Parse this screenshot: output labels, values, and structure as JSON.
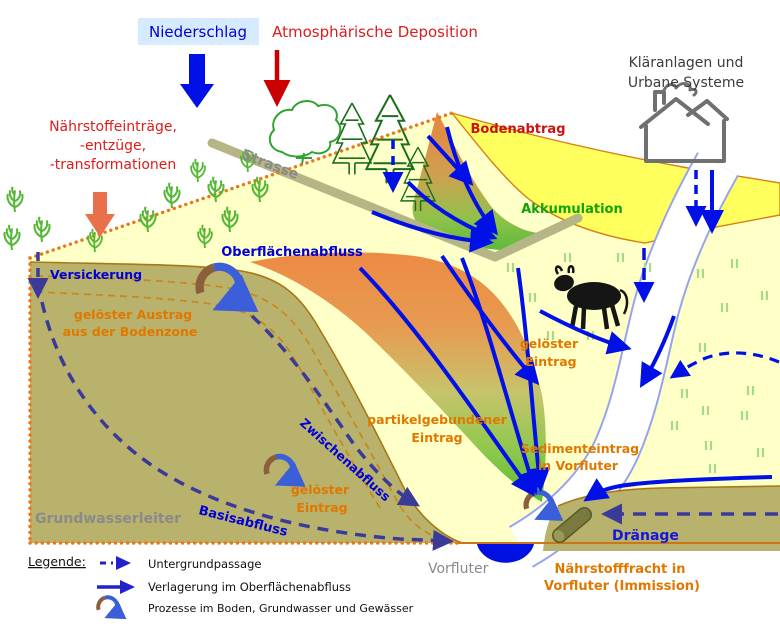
{
  "labels": {
    "niederschlag": "Niederschlag",
    "atmosphaerische_deposition": "Atmosphärische Deposition",
    "klaeranlagen_line1": "Kläranlagen und",
    "klaeranlagen_line2": "Urbane Systeme",
    "naehrstoff_line1": "Nährstoffeinträge,",
    "naehrstoff_line2": "-entzüge,",
    "naehrstoff_line3": "-transformationen",
    "strasse": "Strasse",
    "bodenabtrag": "Bodenabtrag",
    "akkumulation": "Akkumulation",
    "oberflaechenabfluss": "Oberflächenabfluss",
    "versickerung": "Versickerung",
    "geloester_austrag_line1": "gelöster Austrag",
    "geloester_austrag_line2": "aus der Bodenzone",
    "geloester_eintrag_weide_line1": "gelöster",
    "geloester_eintrag_weide_line2": "Eintrag",
    "partikel_line1": "partikelgebundener",
    "partikel_line2": "Eintrag",
    "sediment_line1": "Sedimenteintrag",
    "sediment_line2": "in Vorfluter",
    "zwischenabfluss": "Zwischenabfluss",
    "basisabfluss": "Basisabfluss",
    "grundwasserleiter": "Grundwasserleiter",
    "geloester_eintrag_gw_line1": "gelöster",
    "geloester_eintrag_gw_line2": "Eintrag",
    "vorfluter": "Vorfluter",
    "draenage": "Dränage",
    "naehrstofffracht_line1": "Nährstofffracht in",
    "naehrstofffracht_line2": "Vorfluter (Immission)"
  },
  "legend": {
    "heading": "Legende:",
    "items": [
      {
        "symbol": "dashed-arrow",
        "label": "Untergrundpassage"
      },
      {
        "symbol": "solid-arrow",
        "label": "Verlagerung im Oberflächenabfluss"
      },
      {
        "symbol": "circular-arrow",
        "label": "Prozesse im Boden, Grundwasser und Gewässer"
      }
    ]
  },
  "colors": {
    "land_pale": "#FFFFC8",
    "land_bright": "#FFFF5E",
    "soil_khaki": "#B9B26C",
    "erosion_orange": "#ED8A44",
    "erosion_green": "#55B83A",
    "river_blue": "#0010E0",
    "arrow_blue": "#0010E6",
    "subsurface_navy": "#3A3A99",
    "label_orange": "#E07800",
    "label_red": "#DD1C1C",
    "label_green": "#11A300",
    "border_orange": "#E07818",
    "road_tan": "#B5B585",
    "precip_box_bg": "#D6EBFF"
  }
}
